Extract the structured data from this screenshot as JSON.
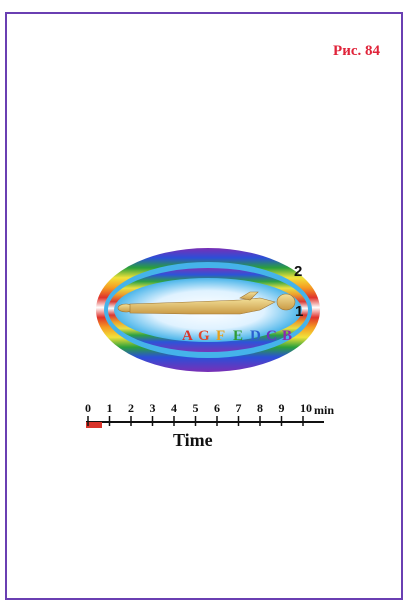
{
  "figure": {
    "label": "Рис. 84"
  },
  "illustration": {
    "shell_labels": [
      "2",
      "1"
    ],
    "letters": [
      "A",
      "G",
      "F",
      "E",
      "D",
      "C",
      "B"
    ],
    "letter_colors": [
      "#d9342b",
      "#e0472b",
      "#e6a01e",
      "#2f9b35",
      "#2a5fcf",
      "#6a35c0",
      "#8d28b0"
    ]
  },
  "timescale": {
    "ticks": [
      "0",
      "1",
      "2",
      "3",
      "4",
      "5",
      "6",
      "7",
      "8",
      "9",
      "10"
    ],
    "unit": "min",
    "label": "Time",
    "marker_color": "#d9342b",
    "marker_range": [
      "0",
      "1"
    ]
  }
}
